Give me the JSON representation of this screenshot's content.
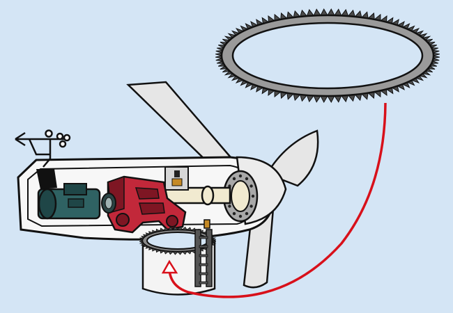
{
  "colors": {
    "background": "#d4e5f5",
    "outline": "#111111",
    "blade": "#e6e6e6",
    "nacelle": "#f7f7f7",
    "tower": "#f4f4f4",
    "gear_ring": "#7d7d7d",
    "gear_ring_dark": "#4a4a4a",
    "generator": "#2f6263",
    "generator_dark": "#1f4647",
    "gearbox": "#c2283a",
    "gearbox_dark": "#7e1623",
    "shaft": "#f1ead0",
    "hub_flange": "#a8a8a8",
    "controller_box": "#d6d6d6",
    "arrow": "#d8101a"
  },
  "diagram": {
    "components": [
      {
        "name": "yaw-bearing-ring-magnified",
        "icon": "gear-ring-icon"
      },
      {
        "name": "anemometer-wind-vane",
        "icon": "wind-vane-icon"
      },
      {
        "name": "nacelle",
        "icon": "nacelle-icon"
      },
      {
        "name": "generator",
        "icon": "generator-icon"
      },
      {
        "name": "gearbox",
        "icon": "gearbox-icon"
      },
      {
        "name": "controller",
        "icon": "control-box-icon"
      },
      {
        "name": "main-shaft",
        "icon": "shaft-icon"
      },
      {
        "name": "hub-flange",
        "icon": "flange-icon"
      },
      {
        "name": "rotor-blades",
        "icon": "blade-icon"
      },
      {
        "name": "tower",
        "icon": "tower-icon"
      },
      {
        "name": "tower-ladder",
        "icon": "ladder-icon"
      },
      {
        "name": "yaw-bearing-ring",
        "icon": "gear-ring-icon"
      },
      {
        "name": "magnify-arrow",
        "icon": "arrow-icon"
      }
    ]
  }
}
